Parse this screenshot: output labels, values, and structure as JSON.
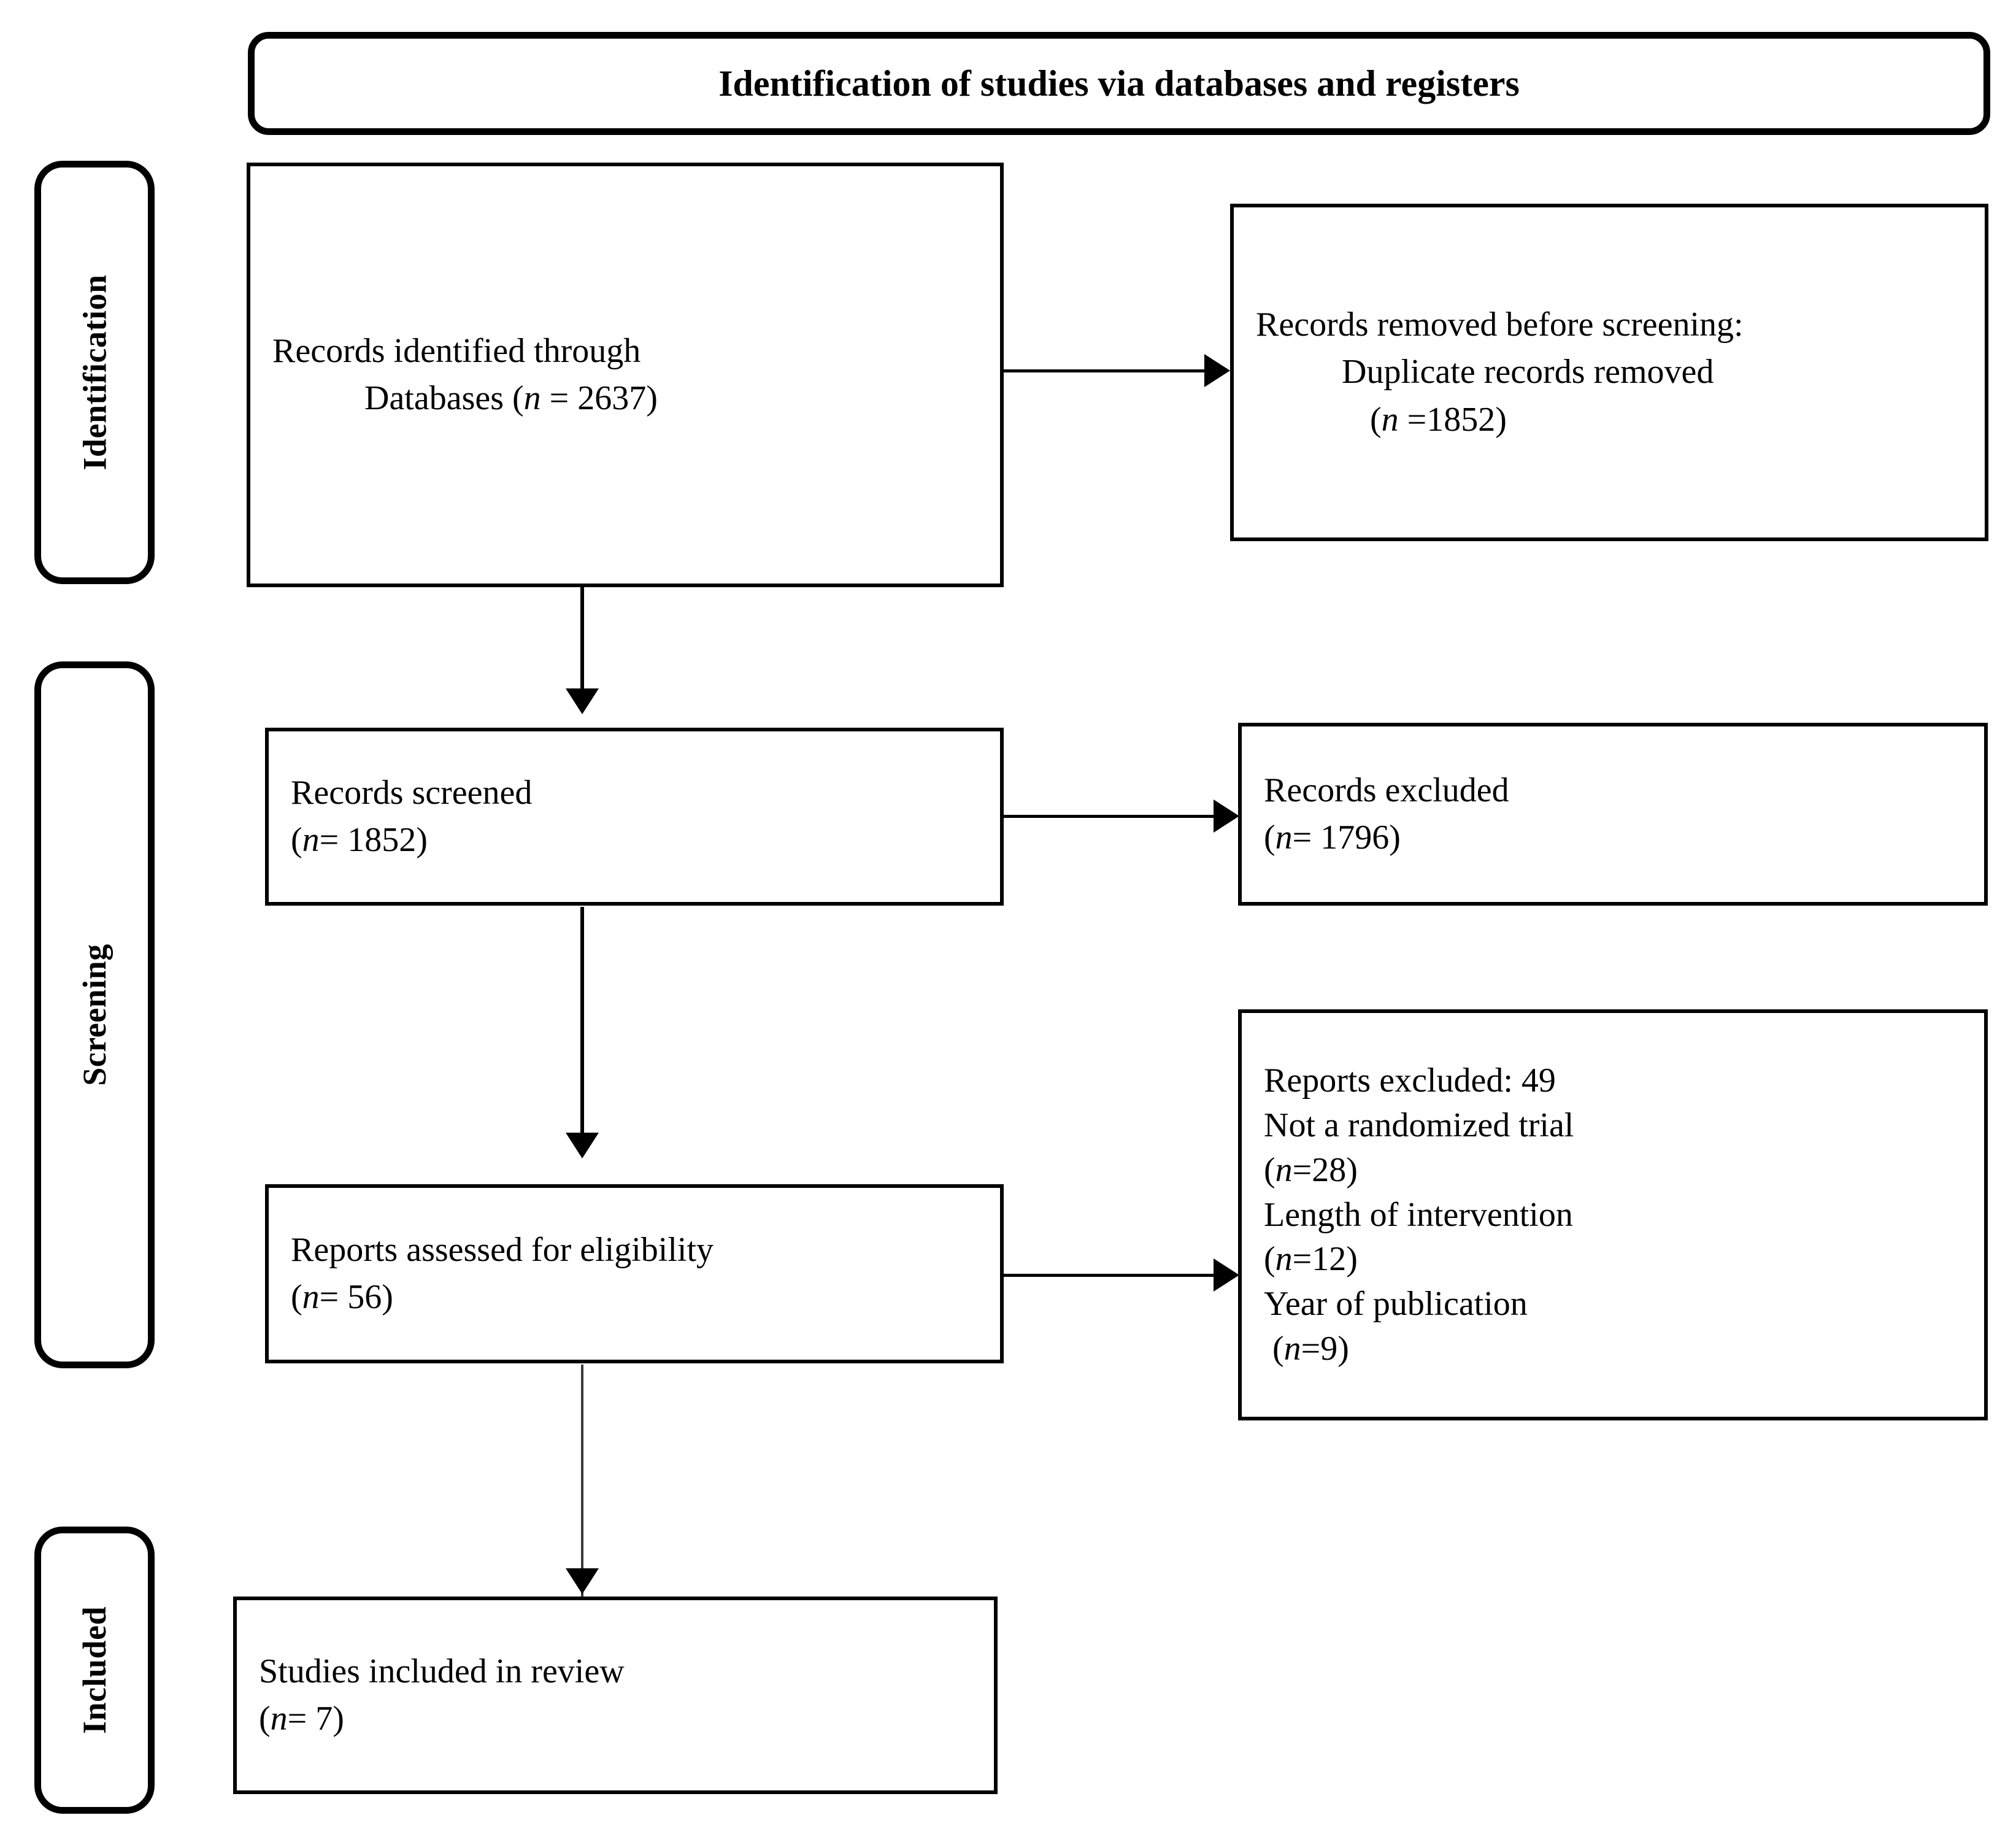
{
  "diagram": {
    "type": "prisma-flow-diagram",
    "title": "Identification of studies via databases and registers",
    "stages": [
      {
        "id": "identification",
        "label": "Identification"
      },
      {
        "id": "screening",
        "label": "Screening"
      },
      {
        "id": "included",
        "label": "Included"
      }
    ],
    "boxes": {
      "records_identified": {
        "lines": [
          "Records identified through",
          "Databases (n = 2637)"
        ],
        "line1": "Records identified through",
        "line2_prefix": "Databases (",
        "line2_italic": "n",
        "line2_suffix": " = 2637)"
      },
      "records_removed": {
        "line1": "Records removed before screening:",
        "line2": "Duplicate records removed",
        "line3_prefix": "(",
        "line3_italic": "n",
        "line3_suffix": " =1852)"
      },
      "records_screened": {
        "line1": "Records screened",
        "line2_prefix": "(",
        "line2_italic": "n",
        "line2_suffix": "= 1852)"
      },
      "records_excluded": {
        "line1": "Records excluded",
        "line2_prefix": "(",
        "line2_italic": "n",
        "line2_suffix": "= 1796)"
      },
      "reports_assessed": {
        "line1": "Reports assessed for eligibility",
        "line2_prefix": "(",
        "line2_italic": "n",
        "line2_suffix": "= 56)"
      },
      "reports_excluded": {
        "line1": "Reports excluded: 49",
        "line2": "Not a randomized trial",
        "line3_prefix": "(",
        "line3_italic": "n",
        "line3_suffix": "=28)",
        "line4": "Length of intervention",
        "line5_prefix": "(",
        "line5_italic": "n",
        "line5_suffix": "=12)",
        "line6": "Year of publication",
        "line7_prefix": " (",
        "line7_italic": "n",
        "line7_suffix": "=9)"
      },
      "studies_included": {
        "line1": "Studies included in review",
        "line2_prefix": "(",
        "line2_italic": "n",
        "line2_suffix": "= 7)"
      }
    },
    "flow_values": {
      "records_identified_databases": 2637,
      "duplicate_records_removed": 1852,
      "records_screened": 1852,
      "records_excluded": 1796,
      "reports_assessed_for_eligibility": 56,
      "reports_excluded_total": 49,
      "excluded_not_randomized_trial": 28,
      "excluded_length_of_intervention": 12,
      "excluded_year_of_publication": 9,
      "studies_included_in_review": 7
    },
    "colors": {
      "border": "#000000",
      "background": "#ffffff",
      "text": "#000000"
    }
  }
}
